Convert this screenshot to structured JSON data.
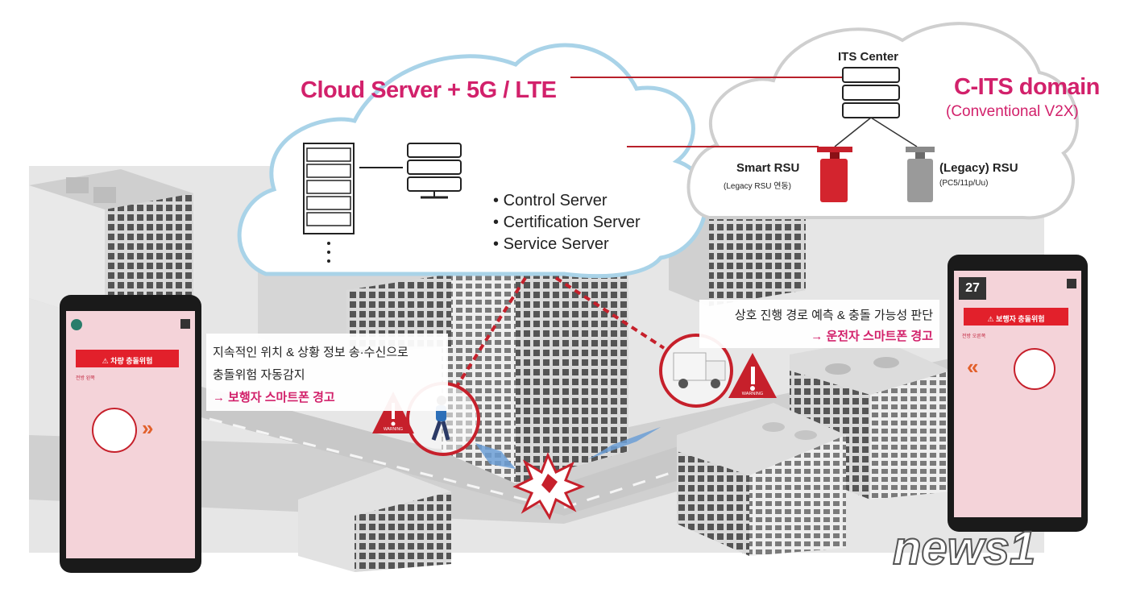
{
  "cloud": {
    "title": "Cloud Server + 5G / LTE",
    "servers": [
      "Control Server",
      "Certification Server",
      "Service Server"
    ]
  },
  "cits": {
    "title": "C-ITS domain",
    "subtitle": "(Conventional V2X)",
    "center_label": "ITS Center",
    "smart_rsu": {
      "label": "Smart RSU",
      "sub": "(Legacy RSU 연동)"
    },
    "legacy_rsu": {
      "label": "(Legacy) RSU",
      "sub": "(PC5/11p/Uu)"
    }
  },
  "callout_left": {
    "line1": "지속적인 위치 & 상황 정보 송·수신으로",
    "line2": "충돌위험 자동감지",
    "line3": "→ 보행자 스마트폰 경고"
  },
  "callout_right": {
    "line1": "상호 진행 경로 예측 & 충돌 가능성 판단",
    "line2": "→ 운전자 스마트폰 경고"
  },
  "warning_label": "WARNING",
  "phone_left": {
    "alert": "차량 충돌위험",
    "caption": "전방 왼쪽"
  },
  "phone_right": {
    "counter": "27",
    "alert": "보행자 충돌위험",
    "caption": "전방 오른쪽"
  },
  "colors": {
    "accent": "#d2216b",
    "alert_red": "#e2202b",
    "link_red": "#b8202a",
    "cloud_outline": "#a9d3e8",
    "its_cloud_outline": "#cccccc"
  },
  "logo": "news1"
}
